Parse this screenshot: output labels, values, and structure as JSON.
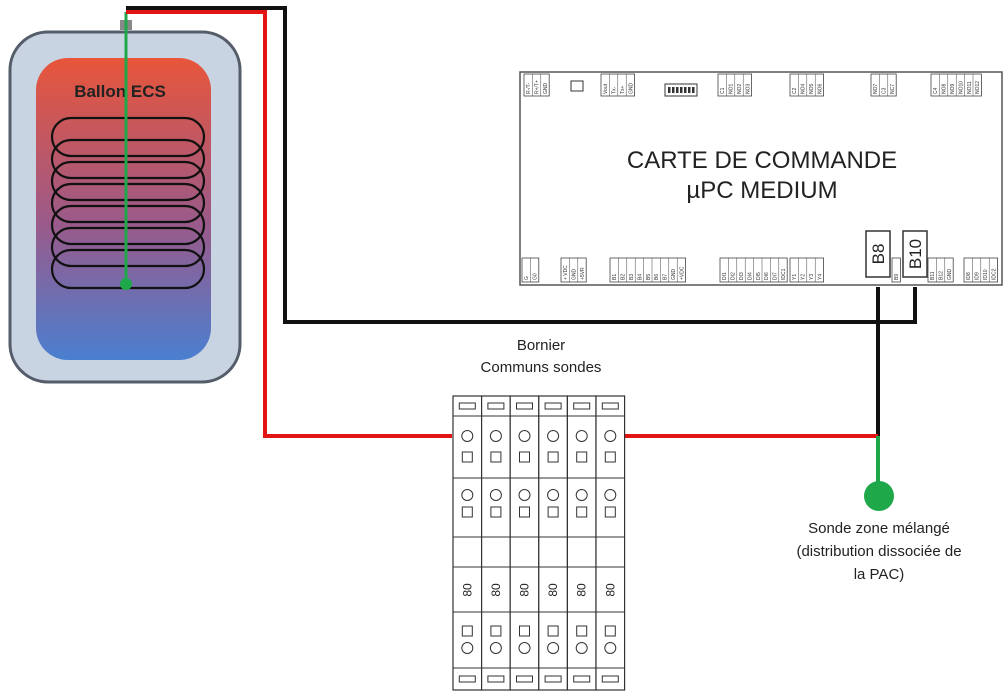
{
  "tank": {
    "label": "Ballon ECS",
    "gradient_top": "#e8553a",
    "gradient_bottom": "#4a7fd0",
    "outer_fill": "#c9d4e3",
    "outer_stroke": "#555d6b"
  },
  "board": {
    "title_line1": "CARTE DE COMMANDE",
    "title_line2": "µPC MEDIUM",
    "terminal_b8": "B8",
    "terminal_b10": "B10",
    "top_pin_groups": [
      [
        "R-/T-",
        "R+/T+",
        "GND"
      ],
      [
        "Vout",
        "Tx-",
        "Tx+",
        "GND"
      ],
      [
        "C1",
        "NO1",
        "NO2",
        "NO3"
      ],
      [
        "C2",
        "NO4",
        "NO5",
        "NO6"
      ],
      [
        "NO7",
        "C3",
        "NC7"
      ],
      [
        "C4",
        "NO8",
        "NO9",
        "NO10",
        "NO11",
        "NO12"
      ]
    ],
    "bottom_pin_groups": [
      [
        "G",
        "G0"
      ],
      [
        "+ VDC",
        "GND",
        "+5VR"
      ],
      [
        "B1",
        "B2",
        "B3",
        "B4",
        "B5",
        "B6",
        "B7",
        "GND",
        "+VDC"
      ],
      [
        "DI1",
        "DI2",
        "DI3",
        "DI4",
        "DI5",
        "DI6",
        "DI7",
        "IDC1"
      ],
      [
        "Y1",
        "Y2",
        "Y3",
        "Y4"
      ],
      [
        "B9"
      ],
      [
        "B11",
        "B12",
        "GND"
      ],
      [
        "ID8",
        "ID9",
        "ID10",
        "IDC2"
      ]
    ]
  },
  "bornier": {
    "title_line1": "Bornier",
    "title_line2": "Communs sondes",
    "marking": "80",
    "columns": 6
  },
  "probe": {
    "label_line1": "Sonde zone mélangé",
    "label_line2": "(distribution dissociée de",
    "label_line3": "la PAC)",
    "color": "#1fa84a"
  },
  "wires": {
    "red": "#e31414",
    "black": "#111111",
    "green": "#1fa84a"
  }
}
